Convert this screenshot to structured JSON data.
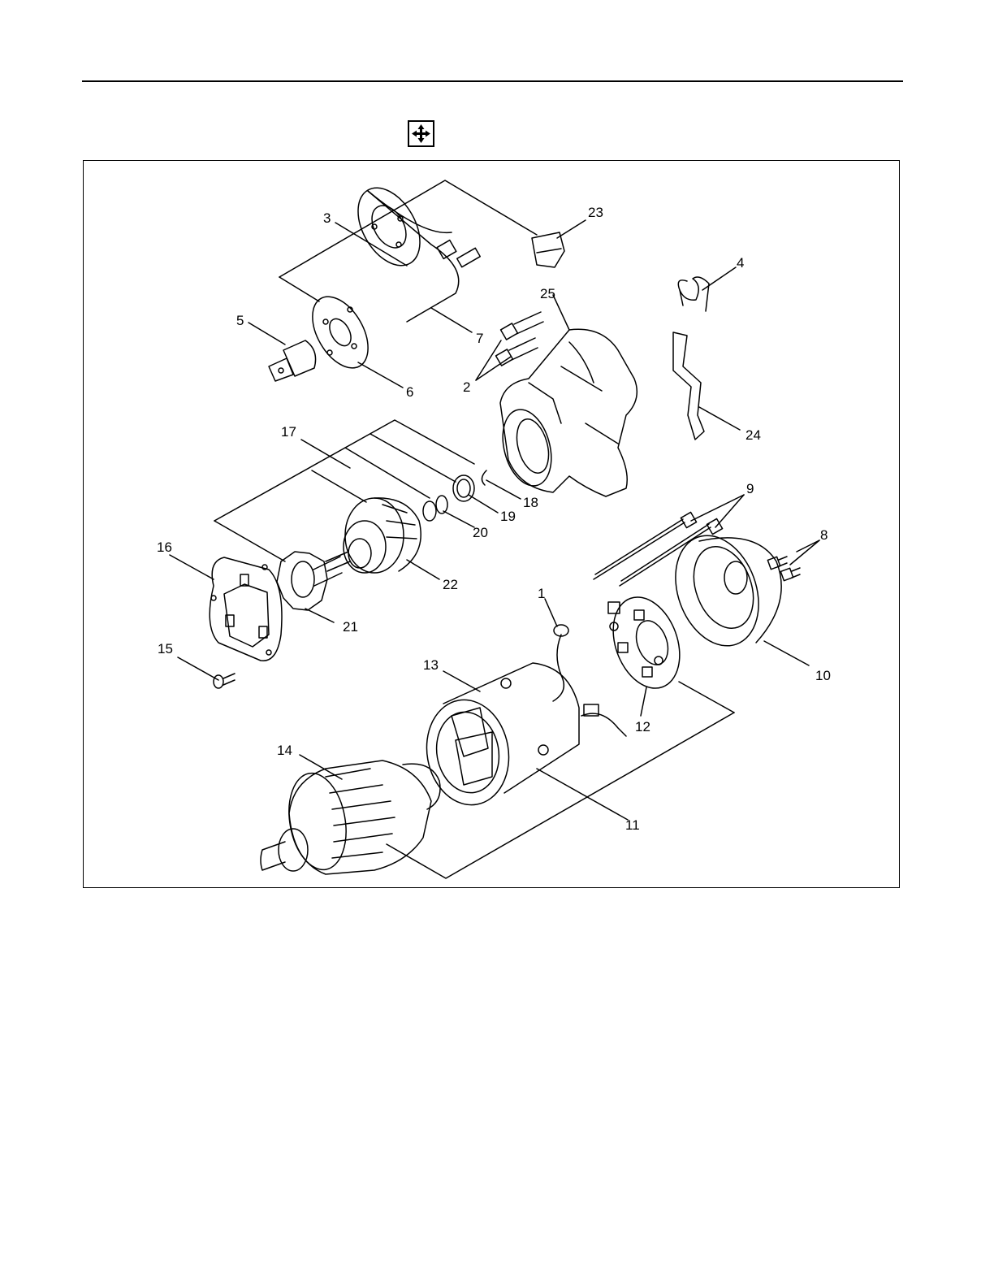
{
  "figure": {
    "icon": "zoom-expand-icon",
    "callouts": [
      "1",
      "2",
      "3",
      "4",
      "5",
      "6",
      "7",
      "8",
      "9",
      "10",
      "11",
      "12",
      "13",
      "14",
      "15",
      "16",
      "17",
      "18",
      "19",
      "20",
      "21",
      "22",
      "23",
      "24",
      "25"
    ]
  }
}
